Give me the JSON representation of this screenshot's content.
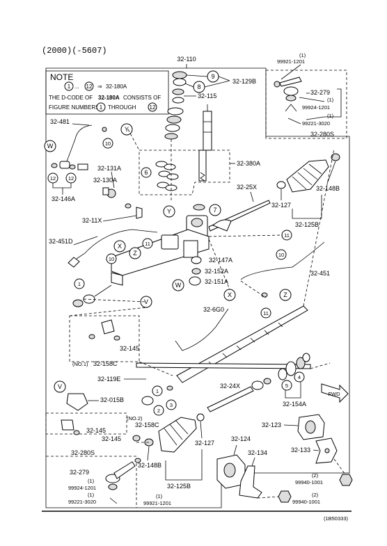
{
  "header": {
    "code": "(2000)(-5607)",
    "assembly": "32-110",
    "footer_code": "(1B50333)"
  },
  "note": {
    "title": "NOTE",
    "range_from": "1",
    "range_sep": "...",
    "range_to": "12",
    "arrow": "⇒",
    "range_target": "32-180A",
    "line2_prefix": "THE D-CODE OF",
    "line2_code": "32-180A",
    "line2_suffix": "CONSISTS OF",
    "line3_prefix": "FIGURE NUMBERS",
    "fig_a": "1",
    "line3_mid": "THROUGH",
    "fig_b": "12"
  },
  "labels": {
    "p32_129B": "32-129B",
    "p32_115": "32-115",
    "p32_380A": "32-380A",
    "p32_481": "32-481",
    "p32_131A": "32-131A",
    "p32_130A": "32-130A",
    "p32_146A": "32-146A",
    "p32_11X": "32-11X",
    "p32_451D": "32-451D",
    "p32_25X": "32-25X",
    "p32_127_top": "32-127",
    "p32_125B_top": "32-125B",
    "p32_148B_top": "32-148B",
    "p32_279_top": "32-279",
    "p32_280S_top": "32-280S",
    "p99921_top_qty": "(1)",
    "p99921_top": "99921-1201",
    "p99924_top_qty": "(1)",
    "p99924_top": "99924-1201",
    "p99221_top_qty": "(1)",
    "p99221_top": "99221-3020",
    "p32_147A": "32-147A",
    "p32_152A": "32-152A",
    "p32_151A": "32-151A",
    "p32_451": "32-451",
    "p32_6G0": "32-6G0",
    "p32_145_a": "32-145",
    "p_no1": "(NO.1)",
    "p32_158C_a": "32-158C",
    "p32_119E": "32-119E",
    "p32_24X": "32-24X",
    "p32_154A": "32-154A",
    "p32_015B": "32-015B",
    "p_no2": "(NO.2)",
    "p32_158C_b": "32-158C",
    "p32_145_b": "32-145",
    "p32_145_c": "32-145",
    "p32_123": "32-123",
    "p32_133": "32-133",
    "p32_127_bot": "32-127",
    "p32_124": "32-124",
    "p32_134": "32-134",
    "p32_280S_bot": "32-280S",
    "p32_279_bot": "32-279",
    "p32_148B_bot": "32-148B",
    "p32_125B_bot": "32-125B",
    "p99924_bot_qty": "(1)",
    "p99924_bot": "99924-1201",
    "p99221_bot_qty": "(1)",
    "p99221_bot": "99221-3020",
    "p99921_bot_qty": "(1)",
    "p99921_bot": "99921-1201",
    "p99940_a_qty": "(2)",
    "p99940_a": "99940-1001",
    "p99940_b_qty": "(2)",
    "p99940_b": "99940-1001",
    "fwd": "FWD"
  },
  "callouts": {
    "c1": "1",
    "c2": "2",
    "c3": "3",
    "c4": "4",
    "c5": "5",
    "c6": "6",
    "c7": "7",
    "c8": "8",
    "c9": "9",
    "c10": "10",
    "c11": "11",
    "c12": "12",
    "X": "X",
    "Y": "Y",
    "Z": "Z",
    "V": "V",
    "W": "W"
  }
}
